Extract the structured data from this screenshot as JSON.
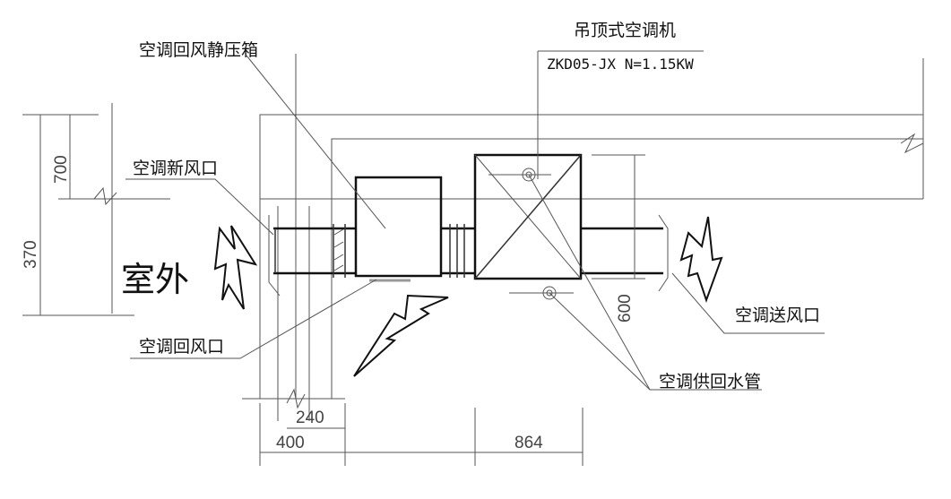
{
  "unit": {
    "name": "吊顶式空调机",
    "model": "ZKD05-JX  N=1.15KW"
  },
  "labels": {
    "plenum": "空调回风静压箱",
    "fresh_air": "空调新风口",
    "outdoor": "室外",
    "return_air": "空调回风口",
    "supply_air": "空调送风口",
    "water_pipe": "空调供回水管"
  },
  "dimensions": {
    "d700": "700",
    "d370": "370",
    "d600": "600",
    "d240": "240",
    "d400": "400",
    "d864": "864"
  }
}
